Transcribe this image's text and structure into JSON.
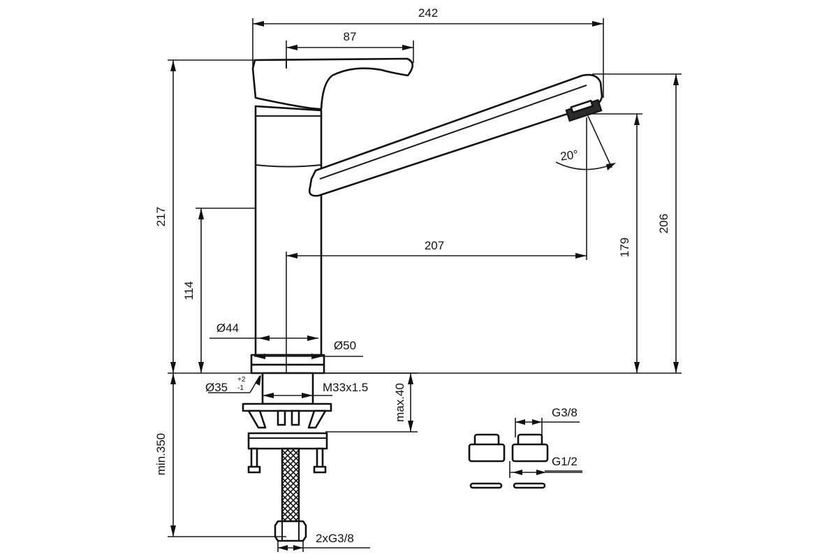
{
  "dimensions": {
    "total_width": "242",
    "handle_width": "87",
    "total_height": "217",
    "spout_height_outer": "206",
    "spout_height_inner": "179",
    "spout_reach": "207",
    "spout_base_height": "114",
    "body_diameter": "Ø44",
    "base_diameter": "Ø50",
    "hole_diameter": "Ø35",
    "hole_tol_plus": "+2",
    "hole_tol_minus": "-1",
    "thread": "M33x1.5",
    "max_thickness": "max.40",
    "min_hose_length": "min.350",
    "hose_connections": "2xG3/8",
    "rotation_angle": "20°",
    "adapter_inner": "G3/8",
    "adapter_outer": "G1/2"
  },
  "colors": {
    "line": "#111111",
    "background": "#ffffff"
  }
}
